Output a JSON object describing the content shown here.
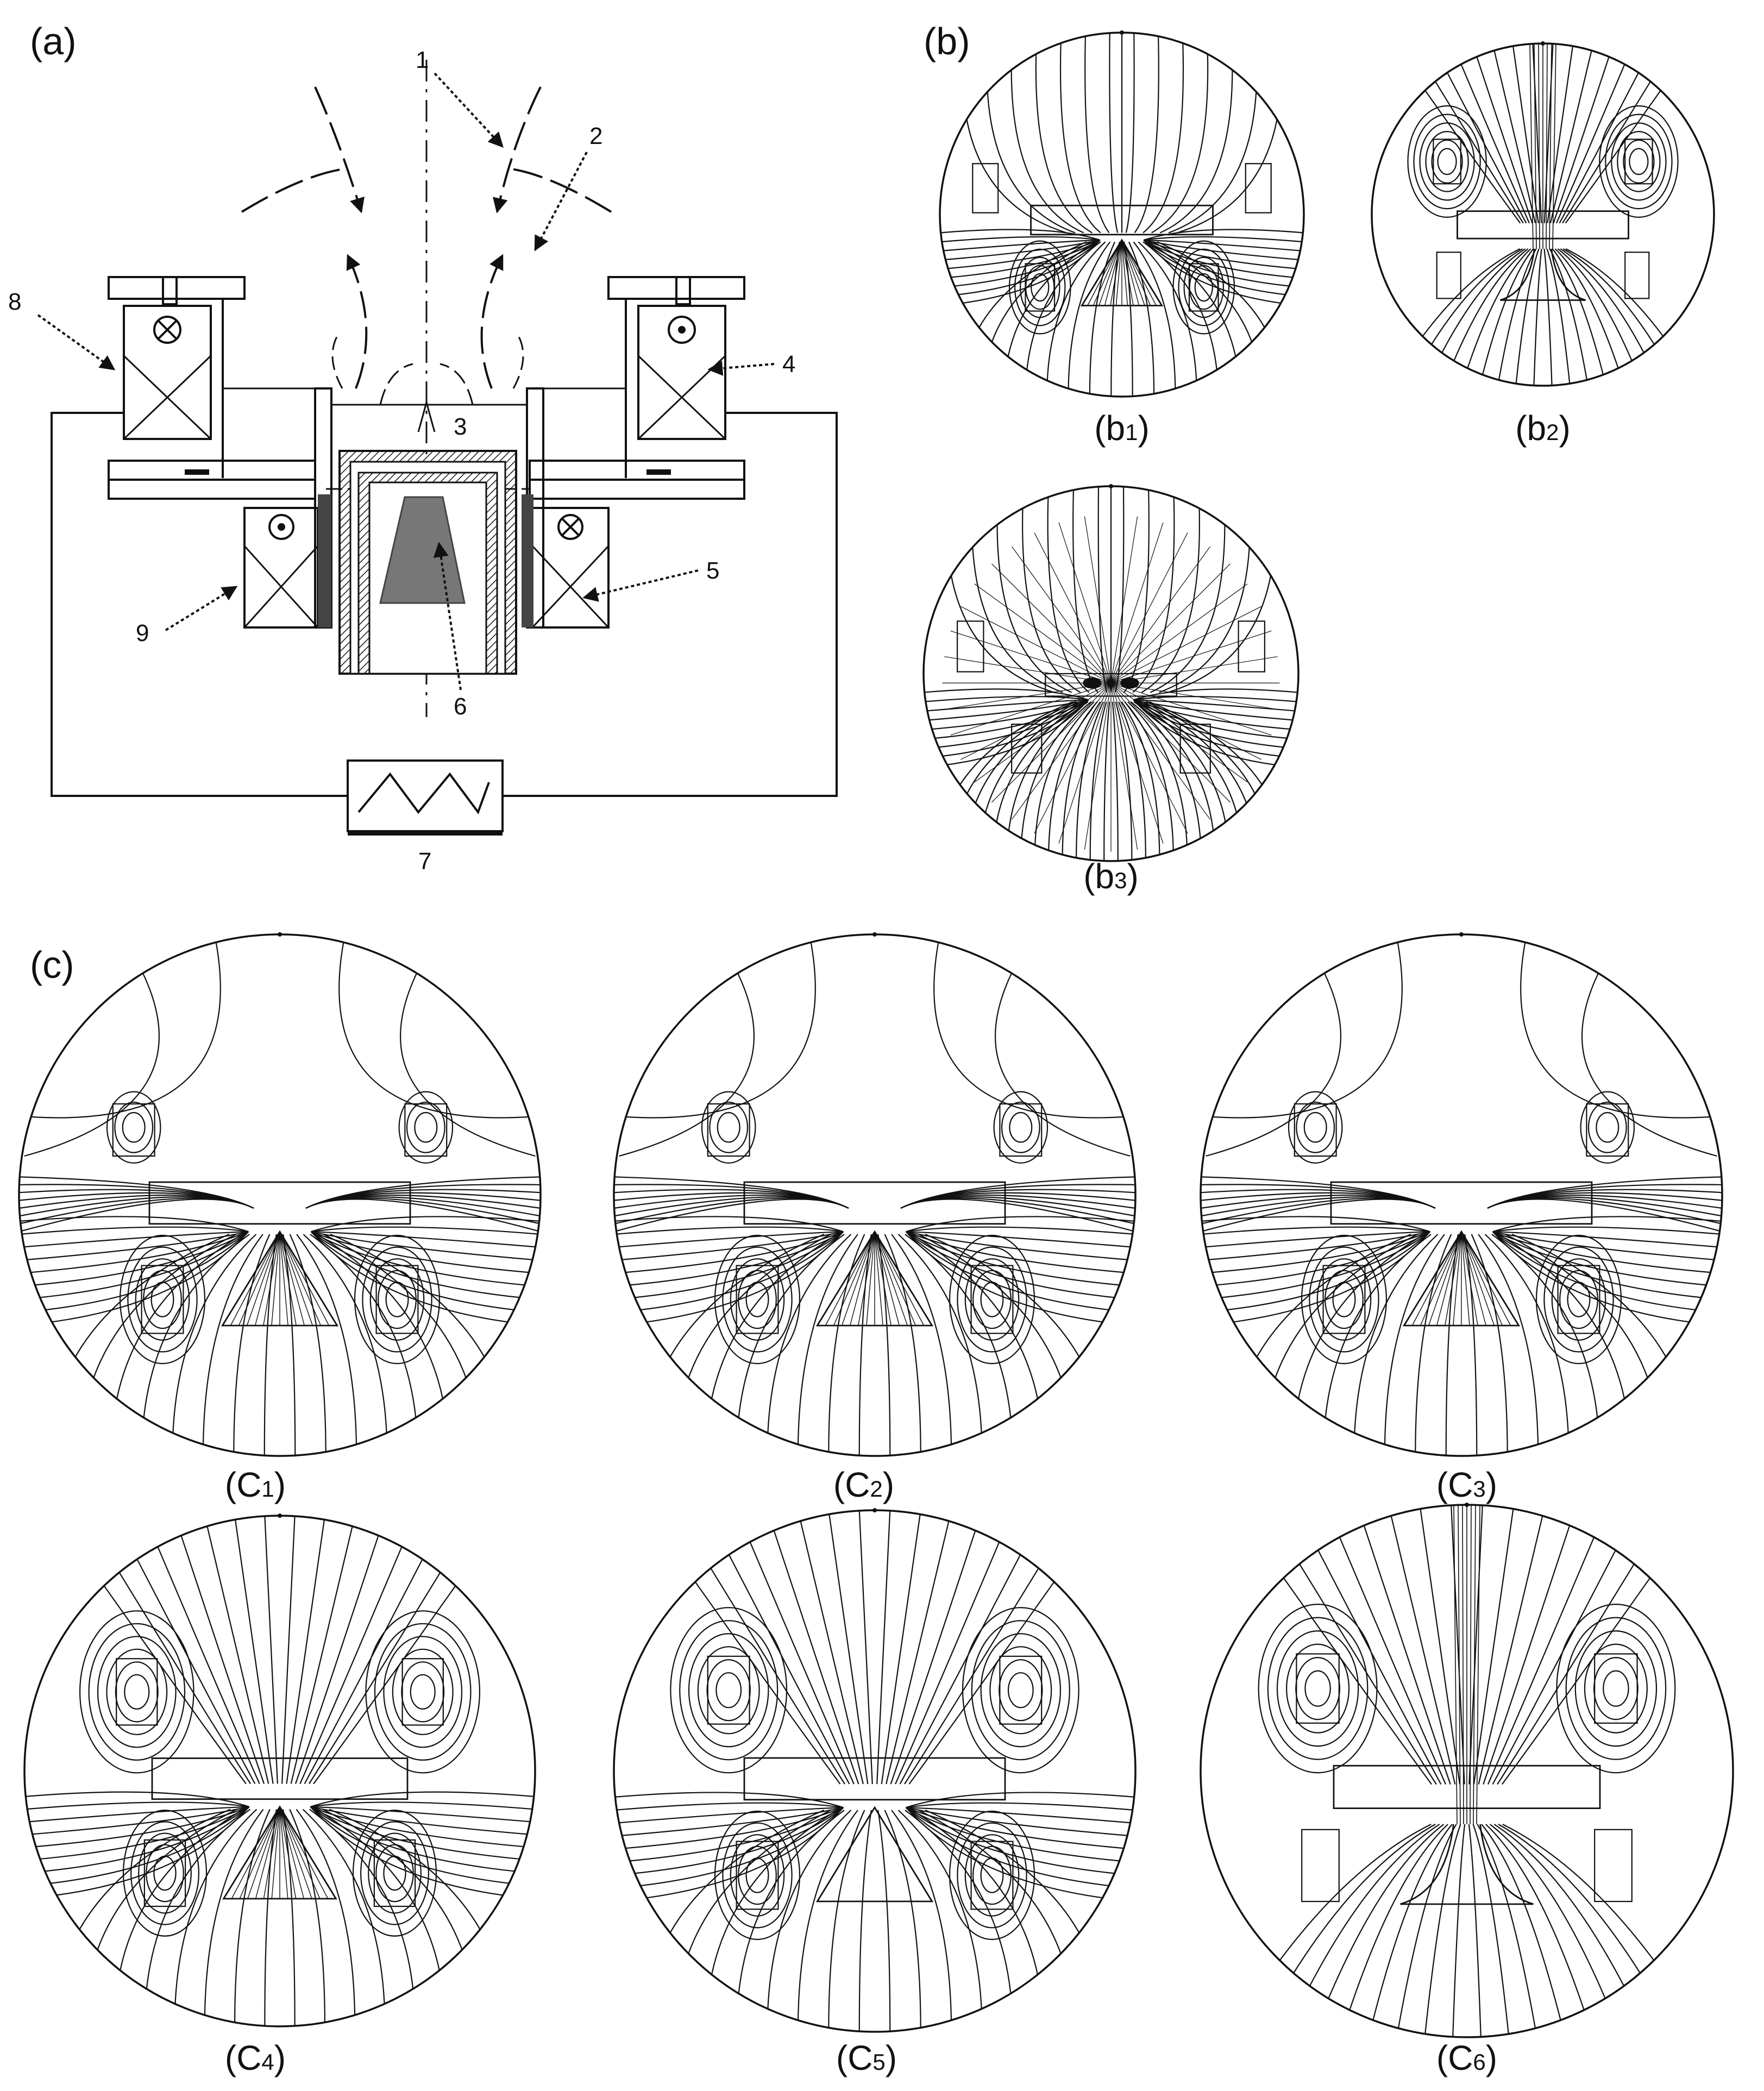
{
  "panel_a": {
    "label": "(a)",
    "callouts": [
      "1",
      "2",
      "3",
      "4",
      "5",
      "6",
      "7",
      "8",
      "9"
    ]
  },
  "panel_b": {
    "label": "(b)",
    "subpanels": [
      {
        "label_main": "(b",
        "label_sub": "1",
        "label_close": ")",
        "field": "b1"
      },
      {
        "label_main": "(b",
        "label_sub": "2",
        "label_close": ")",
        "field": "b2"
      },
      {
        "label_main": "(b",
        "label_sub": "3",
        "label_close": ")",
        "field": "b3"
      }
    ]
  },
  "panel_c": {
    "label": "(c)",
    "subpanels": [
      {
        "label_main": "(C",
        "label_sub": "1",
        "label_close": ")",
        "field": "c1"
      },
      {
        "label_main": "(C",
        "label_sub": "2",
        "label_close": ")",
        "field": "c2"
      },
      {
        "label_main": "(C",
        "label_sub": "3",
        "label_close": ")",
        "field": "c3"
      },
      {
        "label_main": "(C",
        "label_sub": "4",
        "label_close": ")",
        "field": "c4"
      },
      {
        "label_main": "(C",
        "label_sub": "5",
        "label_close": ")",
        "field": "c5"
      },
      {
        "label_main": "(C",
        "label_sub": "6",
        "label_close": ")",
        "field": "c6"
      }
    ]
  },
  "colors": {
    "line": "#111111",
    "target_fill": "#777777",
    "background": "#ffffff"
  }
}
